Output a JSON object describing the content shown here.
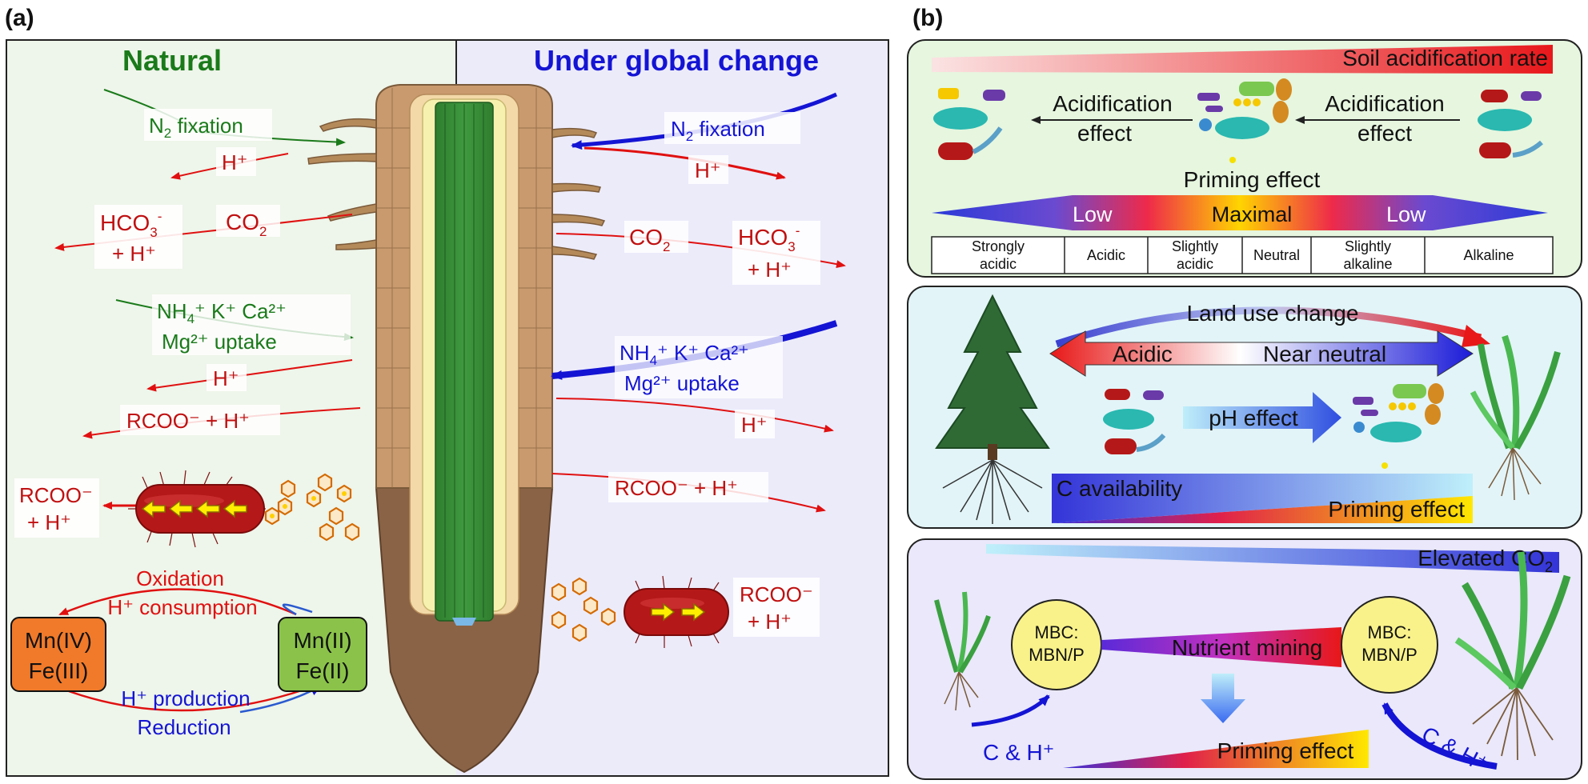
{
  "panel_a": {
    "label": "(a)",
    "natural_title": "Natural",
    "global_title": "Under global change",
    "left": {
      "n2": "N",
      "n2_sub": "2",
      "n2_rest": " fixation",
      "h1": "H⁺",
      "hco3": "HCO",
      "hco3_sub": "3",
      "hco3_sup": "-",
      "hco3_plus": "+ H⁺",
      "co2": "CO",
      "co2_sub": "2",
      "nh4_line1": "NH",
      "nh4_sub": "4",
      "nh4_rest": "⁺ K⁺ Ca²⁺",
      "nh4_line2": "Mg²⁺ uptake",
      "h2": "H⁺",
      "rcoo": "RCOO⁻ + H⁺",
      "rcoo2_line1": "RCOO⁻",
      "rcoo2_line2": "+ H⁺",
      "oxidation": "Oxidation",
      "h_consumption": "H⁺ consumption",
      "mn4": "Mn(IV)",
      "fe3": "Fe(III)",
      "mn2": "Mn(II)",
      "fe2": "Fe(II)",
      "h_production": "H⁺ production",
      "reduction": "Reduction"
    },
    "right": {
      "n2": "N",
      "n2_sub": "2",
      "n2_rest": " fixation",
      "h1": "H⁺",
      "co2": "CO",
      "co2_sub": "2",
      "hco3": "HCO",
      "hco3_sub": "3",
      "hco3_sup": "-",
      "hco3_plus": "+ H⁺",
      "nh4_line1": "NH",
      "nh4_sub": "4",
      "nh4_rest": "⁺ K⁺ Ca²⁺",
      "nh4_line2": "Mg²⁺ uptake",
      "h2": "H⁺",
      "rcoo": "RCOO⁻ + H⁺",
      "rcoo2_line1": "RCOO⁻",
      "rcoo2_line2": "+ H⁺"
    }
  },
  "panel_b": {
    "label": "(b)",
    "box1": {
      "rate": "Soil acidification rate",
      "acid1_l1": "Acidification",
      "acid1_l2": "effect",
      "acid2_l1": "Acidification",
      "acid2_l2": "effect",
      "priming": "Priming effect",
      "low_left": "Low",
      "maximal": "Maximal",
      "low_right": "Low",
      "table": [
        "Strongly\nacidic",
        "Acidic",
        "Slightly\nacidic",
        "Neutral",
        "Slightly\nalkaline",
        "Alkaline"
      ]
    },
    "box2": {
      "land_use": "Land use change",
      "acidic": "Acidic",
      "near_neutral": "Near neutral",
      "ph_effect": "pH effect",
      "c_avail": "C availability",
      "priming": "Priming effect"
    },
    "box3": {
      "elevated": "Elevated CO",
      "elevated_sub": "2",
      "mbc1_l1": "MBC:",
      "mbc1_l2": "MBN/P",
      "mbc2_l1": "MBC:",
      "mbc2_l2": "MBN/P",
      "nutrient": "Nutrient mining",
      "priming": "Priming effect",
      "ch_left": "C & H⁺",
      "ch_right": "C & H⁺"
    }
  },
  "colors": {
    "natural": "#1a7a1a",
    "global": "#1414d4",
    "red": "#e01010",
    "orange_box": "#f07a2a",
    "green_box": "#8bc34a"
  }
}
